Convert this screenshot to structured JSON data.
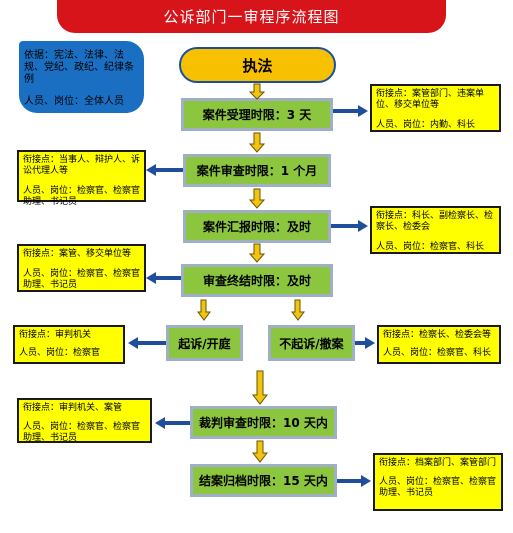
{
  "title": "公诉部门一审程序流程图",
  "basis": {
    "line1": "依据：宪法、法律、法规、党纪、政纪、纪律条例",
    "line2": "人员、岗位：全体人员"
  },
  "start": "执法",
  "steps": {
    "s1": "案件受理时限：3 天",
    "s2": "案件审查时限：1 个月",
    "s3": "案件汇报时限：及时",
    "s4": "审查终结时限：及时",
    "s5": "起诉/开庭",
    "s6": "不起诉/撤案",
    "s7": "裁判审查时限：10 天内",
    "s8": "结案归档时限：15 天内"
  },
  "notes": {
    "n1": {
      "contact": "衔接点：案管部门、违案单位、移交单位等",
      "people": "人员、岗位：内勤、科长"
    },
    "n2": {
      "contact": "衔接点：当事人、辩护人、诉讼代理人等",
      "people": "人员、岗位：检察官、检察官助理、书记员"
    },
    "n3": {
      "contact": "衔接点：科长、副检察长、检察长、检委会",
      "people": "人员、岗位：检察官、科长"
    },
    "n4": {
      "contact": "衔接点：案管、移交单位等",
      "people": "人员、岗位：检察官、检察官助理、书记员"
    },
    "n5": {
      "contact": "衔接点：审判机关",
      "people": "人员、岗位：检察官"
    },
    "n6": {
      "contact": "衔接点：检察长、检委会等",
      "people": "人员、岗位：检察官、科长"
    },
    "n7": {
      "contact": "衔接点：审判机关、案管",
      "people": "人员、岗位：检察官、检察官助理、书记员"
    },
    "n8": {
      "contact": "衔接点：档案部门、案管部门",
      "people": "人员、岗位：检察官、检察官助理、书记员"
    }
  },
  "colors": {
    "title_bg": "#d8141b",
    "basis_bg": "#1a6fc2",
    "start_bg": "#f7c000",
    "step_bg": "#8cc63f",
    "note_bg": "#ffff00",
    "arrow_blue": "#1f4e9c",
    "arrow_gold": "#f1c40f"
  }
}
